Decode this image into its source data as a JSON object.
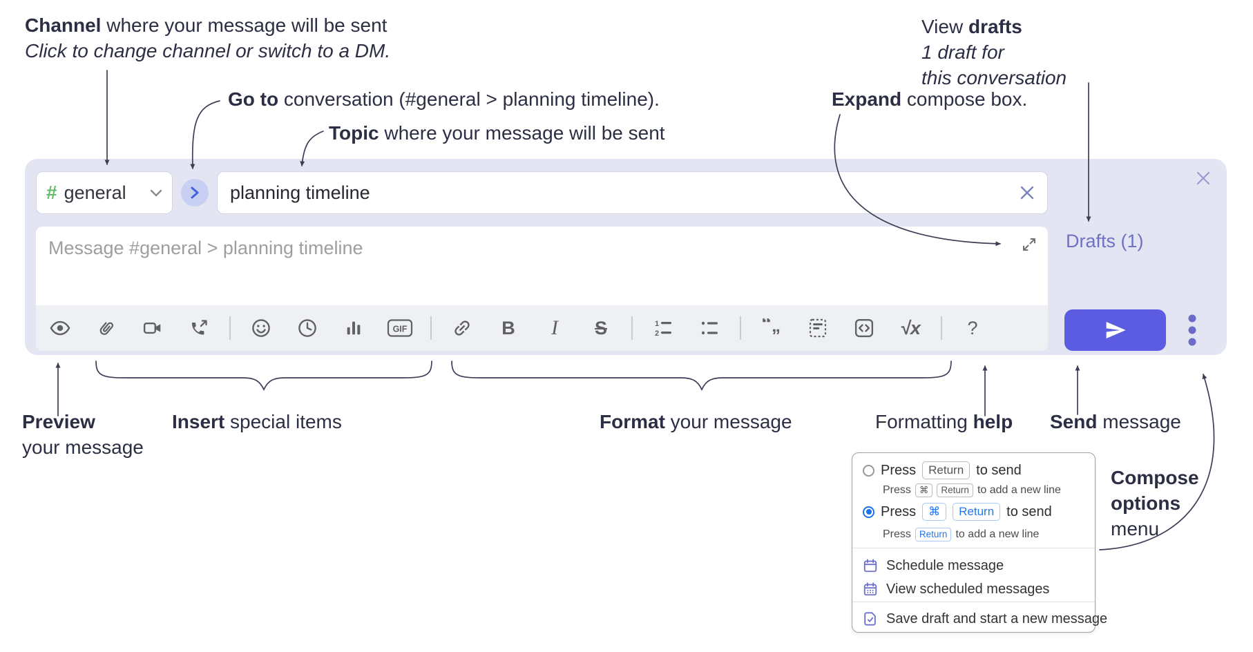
{
  "annotations": {
    "channel": {
      "bold": "Channel",
      "rest": " where your message will be sent",
      "line2": "Click to change channel or switch to a DM."
    },
    "goto": {
      "bold": "Go to",
      "rest": " conversation (#general > planning timeline)."
    },
    "topic": {
      "bold": "Topic",
      "rest": " where your message will be sent"
    },
    "expand": {
      "bold": "Expand",
      "rest": " compose box."
    },
    "drafts": {
      "line1_pre": "View ",
      "line1_bold": "drafts",
      "line2": "1 draft for",
      "line3": "this conversation"
    },
    "preview": {
      "bold": "Preview",
      "line2": "your message"
    },
    "insert": {
      "bold": "Insert",
      "rest": " special items"
    },
    "format": {
      "bold": "Format",
      "rest": " your message"
    },
    "fmt_help": {
      "pre": "Formatting ",
      "bold": "help"
    },
    "send": {
      "bold": "Send",
      "rest": " message"
    },
    "compose_options": {
      "line1": "Compose",
      "line2": "options",
      "line3": "menu"
    }
  },
  "compose": {
    "channel_button": {
      "hash": "#",
      "label": "general"
    },
    "topic_input": {
      "value": "planning timeline"
    },
    "message_input": {
      "placeholder": "Message #general > planning timeline"
    },
    "drafts_link": "Drafts (1)",
    "toolbar": {
      "bold": "B",
      "italic": "I",
      "strike": "S",
      "gif": "GIF",
      "quote_open": "“",
      "quote_close": "„",
      "math": "√x",
      "help": "?",
      "ol_1": "1",
      "ol_2": "2"
    }
  },
  "menu": {
    "option_return": {
      "label_pre": "Press",
      "key": "Return",
      "label_post": "to send",
      "sub_pre": "Press",
      "sub_key1": "⌘",
      "sub_key2": "Return",
      "sub_post": "to add a new line"
    },
    "option_cmd_return": {
      "label_pre": "Press",
      "key1": "⌘",
      "key2": "Return",
      "label_post": "to send",
      "sub_pre": "Press",
      "sub_key": "Return",
      "sub_post": "to add a new line"
    },
    "items": [
      {
        "label": "Schedule message"
      },
      {
        "label": "View scheduled messages"
      },
      {
        "label": "Save draft and start a new message"
      }
    ]
  },
  "colors": {
    "compose_bg": "#e3e5f3",
    "send_button": "#5b5ce2",
    "drafts_link": "#6e71c4",
    "hash_green": "#66bb6a",
    "go_circle": "#c7d0f2",
    "key_blue": "#2277ee",
    "menu_icon_purple": "#6d70c9",
    "annotation_text": "#2c2f44",
    "icon_gray": "#5f6065"
  }
}
